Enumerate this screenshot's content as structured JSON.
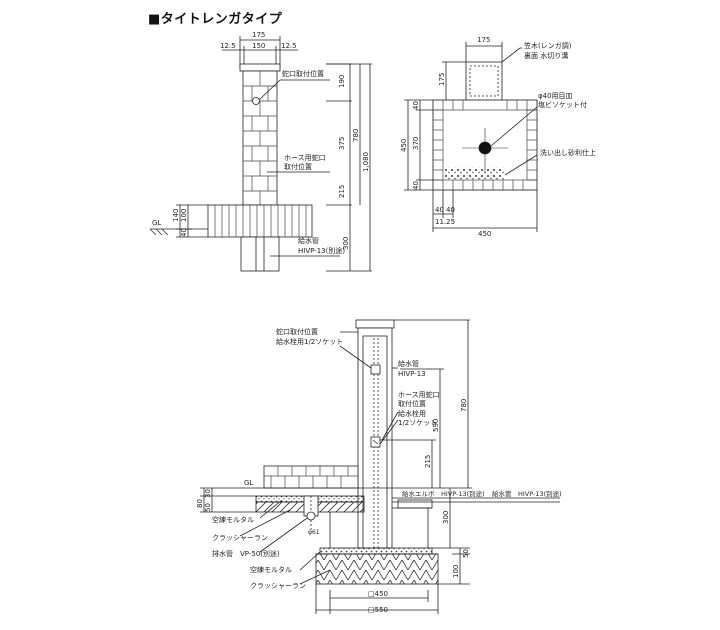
{
  "title": "■タイトレンガタイプ",
  "front_view": {
    "dim_top": "175",
    "dim_left": "12.5",
    "dim_center": "150",
    "dim_right": "12.5",
    "label_faucet": "蛇口取付位置",
    "label_hose_1": "ホース用蛇口",
    "label_hose_2": "取付位置",
    "label_pipe_1": "給水管",
    "label_pipe_2": "HIVP-13(別途)",
    "label_gl": "GL",
    "dim_190": "190",
    "dim_375": "375",
    "dim_215": "215",
    "dim_780": "780",
    "dim_1080": "1,080",
    "dim_300": "300",
    "dim_140": "140",
    "dim_100": "100",
    "dim_40": "40"
  },
  "plan_view": {
    "dim_top": "175",
    "dim_side": "175",
    "label_cap_1": "笠木(レンガ調)",
    "label_cap_2": "裏面 水切り溝",
    "label_hole_1": "φ40用目皿",
    "label_hole_2": "塩ビソケット付",
    "label_gravel": "洗い出し砂利仕上",
    "dim_40a": "40",
    "dim_370": "370",
    "dim_40b": "40",
    "dim_450_left": "450",
    "dim_40c": "40",
    "dim_40d": "40",
    "dim_1125": "11.25",
    "dim_450_bottom": "450"
  },
  "section_view": {
    "label_faucet": "蛇口取付位置",
    "label_socket": "給水栓用1/2ソケット",
    "label_pipe_1": "給水管",
    "label_pipe_2": "HIVP-13",
    "label_hose_1": "ホース用蛇口",
    "label_hose_2": "取付位置",
    "label_socket2_1": "給水栓用",
    "label_socket2_2": "1/2ソケット",
    "label_elbow": "給水エルボ　HIVP-13(別途)",
    "label_pipe_right": "給水管　HIVP-13(別途)",
    "label_gl": "GL",
    "label_mortar_1": "空練モルタル",
    "label_crusher_1": "クラッシャーラン",
    "label_drain": "排水管　VP-50(別途)",
    "label_phi": "φ61",
    "label_mortar_2": "空練モルタル",
    "label_crusher_2": "クラッシャーラン",
    "dim_780": "780",
    "dim_590": "590",
    "dim_215": "215",
    "dim_300": "300",
    "dim_100": "100",
    "dim_50": "50",
    "dim_80": "80",
    "dim_30": "30",
    "dim_50b": "50",
    "dim_450": "□450",
    "dim_550": "□550"
  }
}
